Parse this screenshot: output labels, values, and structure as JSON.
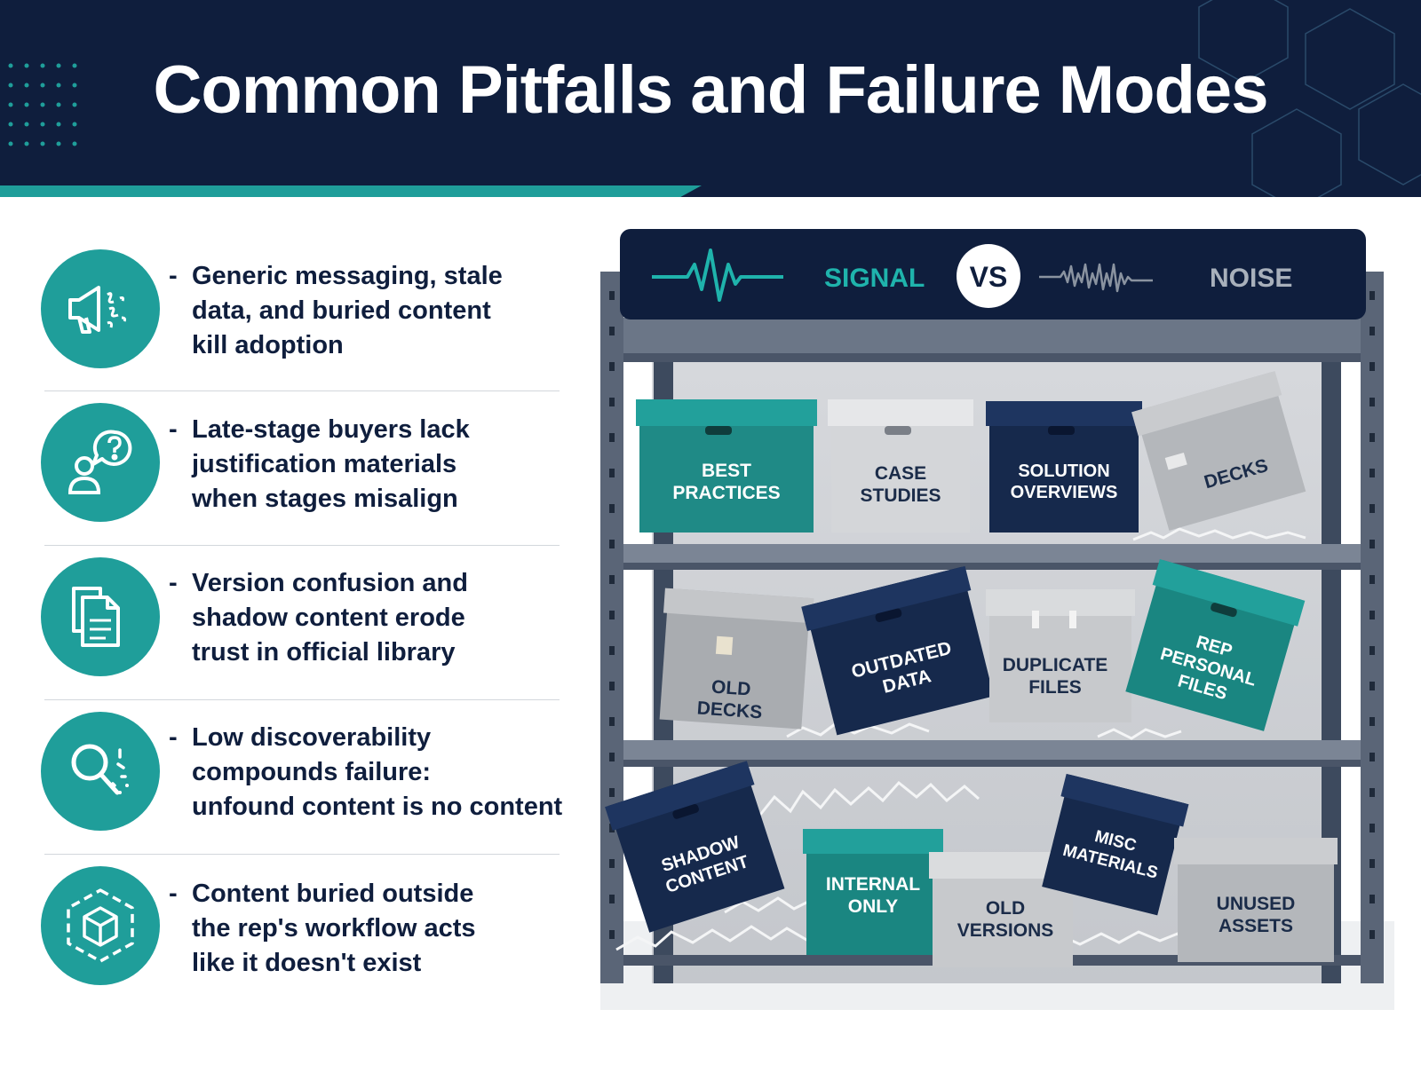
{
  "title": "Common Pitfalls and Failure Modes",
  "items": [
    {
      "icon": "megaphone-icon",
      "lines": [
        "Generic messaging, stale",
        "data, and buried content",
        "kill adoption"
      ]
    },
    {
      "icon": "user-question-icon",
      "lines": [
        "Late-stage buyers lack",
        "justification materials",
        "when stages misalign"
      ]
    },
    {
      "icon": "documents-icon",
      "lines": [
        "Version confusion and",
        "shadow content erode",
        "trust in official library"
      ]
    },
    {
      "icon": "magnifier-icon",
      "lines": [
        "Low discoverability",
        "compounds failure:",
        "unfound content is no content"
      ]
    },
    {
      "icon": "cube-icon",
      "lines": [
        "Content buried outside",
        "the rep's workflow acts",
        "like it doesn't exist"
      ]
    }
  ],
  "shelf": {
    "signal": "SIGNAL",
    "vs": "VS",
    "noise": "NOISE",
    "boxes": [
      {
        "label": [
          "BEST",
          "PRACTICES"
        ]
      },
      {
        "label": [
          "CASE",
          "STUDIES"
        ]
      },
      {
        "label": [
          "SOLUTION",
          "OVERVIEWS"
        ]
      },
      {
        "label": [
          "DECKS"
        ]
      },
      {
        "label": [
          "OLD",
          "DECKS"
        ]
      },
      {
        "label": [
          "OUTDATED",
          "DATA"
        ]
      },
      {
        "label": [
          "DUPLICATE",
          "FILES"
        ]
      },
      {
        "label": [
          "REP",
          "PERSONAL",
          "FILES"
        ]
      },
      {
        "label": [
          "SHADOW",
          "CONTENT"
        ]
      },
      {
        "label": [
          "INTERNAL",
          "ONLY"
        ]
      },
      {
        "label": [
          "OLD",
          "VERSIONS"
        ]
      },
      {
        "label": [
          "MISC",
          "MATERIALS"
        ]
      },
      {
        "label": [
          "UNUSED",
          "ASSETS"
        ]
      }
    ]
  },
  "colors": {
    "navy": "#0f1e3d",
    "teal": "#1f9e9a",
    "shelf": "#4a5568",
    "box_gray": "#c7c9cc"
  }
}
